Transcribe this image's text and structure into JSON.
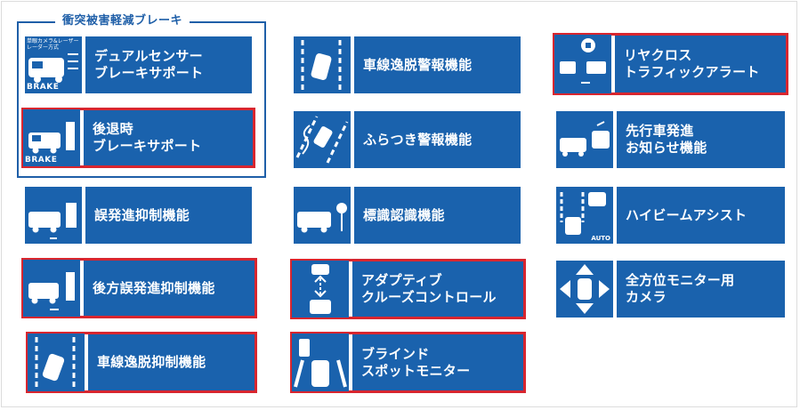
{
  "group": {
    "title": "衝突被害軽減ブレーキ"
  },
  "badges": {
    "brake": "BRAKE",
    "sensor_note": "単眼カメラ&レーザーレーダー方式",
    "auto": "AUTO"
  },
  "features": {
    "dual_sensor_brake": {
      "line1": "デュアルセンサー",
      "line2": "ブレーキサポート"
    },
    "reverse_brake": {
      "line1": "後退時",
      "line2": "ブレーキサポート"
    },
    "false_start_prevention": {
      "line1": "誤発進抑制機能"
    },
    "rear_false_start_prevention": {
      "line1": "後方誤発進抑制機能"
    },
    "lane_departure_prevention": {
      "line1": "車線逸脱抑制機能"
    },
    "lane_departure_warning": {
      "line1": "車線逸脱警報機能"
    },
    "drowsiness_warning": {
      "line1": "ふらつき警報機能"
    },
    "sign_recognition": {
      "line1": "標識認識機能"
    },
    "adaptive_cruise": {
      "line1": "アダプティブ",
      "line2": "クルーズコントロール"
    },
    "blind_spot_monitor": {
      "line1": "ブラインド",
      "line2": "スポットモニター"
    },
    "rear_cross_traffic": {
      "line1": "リヤクロス",
      "line2": "トラフィックアラート"
    },
    "lead_vehicle_notice": {
      "line1": "先行車発進",
      "line2": "お知らせ機能"
    },
    "high_beam_assist": {
      "line1": "ハイビームアシスト"
    },
    "surround_monitor": {
      "line1": "全方位モニター用",
      "line2": "カメラ"
    }
  },
  "colors": {
    "tile_blue": "#1a62ad",
    "highlight_red": "#d8262f",
    "group_border": "#1f5fa8"
  },
  "highlighted": [
    "reverse_brake",
    "rear_false_start_prevention",
    "lane_departure_prevention",
    "adaptive_cruise",
    "blind_spot_monitor",
    "rear_cross_traffic"
  ]
}
